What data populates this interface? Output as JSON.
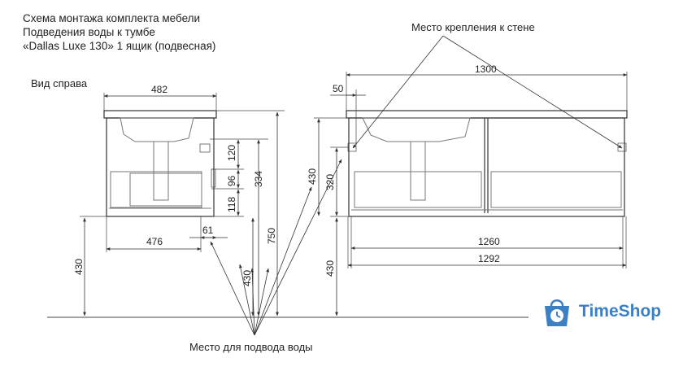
{
  "title": {
    "line1": "Схема монтажа комплекта мебели",
    "line2": "Подведения воды к тумбе",
    "line3": "«Dallas Luxe 130» 1 ящик (подвесная)"
  },
  "labels": {
    "side_view": "Вид справа",
    "wall_mount": "Место крепления к стене",
    "water_supply": "Место для подвода воды"
  },
  "dimensions": {
    "side_width": "482",
    "side_inner_width": "476",
    "side_pipe_offset": "61",
    "side_120": "120",
    "side_96": "96",
    "side_118": "118",
    "side_334": "334",
    "side_750": "750",
    "side_430_floor": "430",
    "side_430_pipe": "430",
    "front_total": "1300",
    "front_mount_offset": "50",
    "front_inner_1260": "1260",
    "front_inner_1292": "1292",
    "front_320": "320",
    "front_430_top": "430",
    "front_430_floor": "430"
  },
  "logo": {
    "text": "TimeShop",
    "color": "#3b7fc4"
  }
}
